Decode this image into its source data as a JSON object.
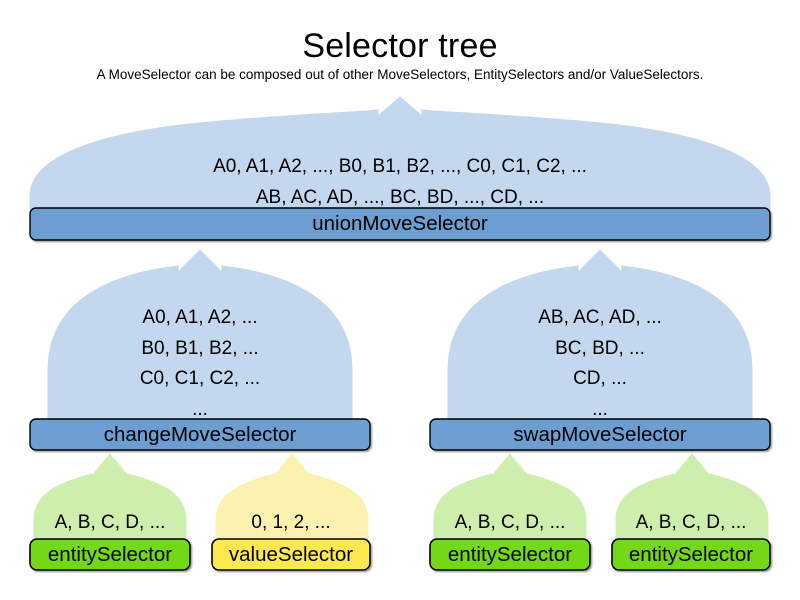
{
  "diagram": {
    "title": "Selector tree",
    "subtitle": "A MoveSelector can be composed out of other MoveSelectors, EntitySelectors and/or ValueSelectors.",
    "colors": {
      "move_body": "#c3d7ee",
      "move_bar": "#6d9ed1",
      "entity_body": "#cdeeac",
      "entity_bar": "#73d816",
      "value_body": "#fbf2b0",
      "value_bar": "#fce94f",
      "outline": "#000000",
      "background": "#ffffff"
    },
    "levels": [
      {
        "level": "root",
        "nodes": [
          {
            "id": "union-move-selector",
            "label": "unionMoveSelector",
            "kind": "move-selector",
            "lines": [
              "A0, A1, A2, ..., B0, B1, B2, ..., C0, C1, C2, ...",
              "AB, AC, AD, ..., BC, BD, ..., CD, ..."
            ]
          }
        ]
      },
      {
        "level": "middle",
        "nodes": [
          {
            "id": "change-move-selector",
            "label": "changeMoveSelector",
            "kind": "move-selector",
            "lines": [
              "A0, A1, A2, ...",
              "B0, B1, B2, ...",
              "C0, C1, C2, ...",
              "..."
            ]
          },
          {
            "id": "swap-move-selector",
            "label": "swapMoveSelector",
            "kind": "move-selector",
            "lines": [
              "AB, AC, AD, ...",
              "BC, BD, ...",
              "CD, ...",
              "..."
            ]
          }
        ]
      },
      {
        "level": "leaf",
        "nodes": [
          {
            "id": "entity-selector-1",
            "label": "entitySelector",
            "kind": "entity-selector",
            "lines": [
              "A, B, C, D, ..."
            ]
          },
          {
            "id": "value-selector-1",
            "label": "valueSelector",
            "kind": "value-selector",
            "lines": [
              "0, 1, 2, ..."
            ]
          },
          {
            "id": "entity-selector-2",
            "label": "entitySelector",
            "kind": "entity-selector",
            "lines": [
              "A, B, C, D, ..."
            ]
          },
          {
            "id": "entity-selector-3",
            "label": "entitySelector",
            "kind": "entity-selector",
            "lines": [
              "A, B, C, D, ..."
            ]
          }
        ]
      }
    ]
  }
}
